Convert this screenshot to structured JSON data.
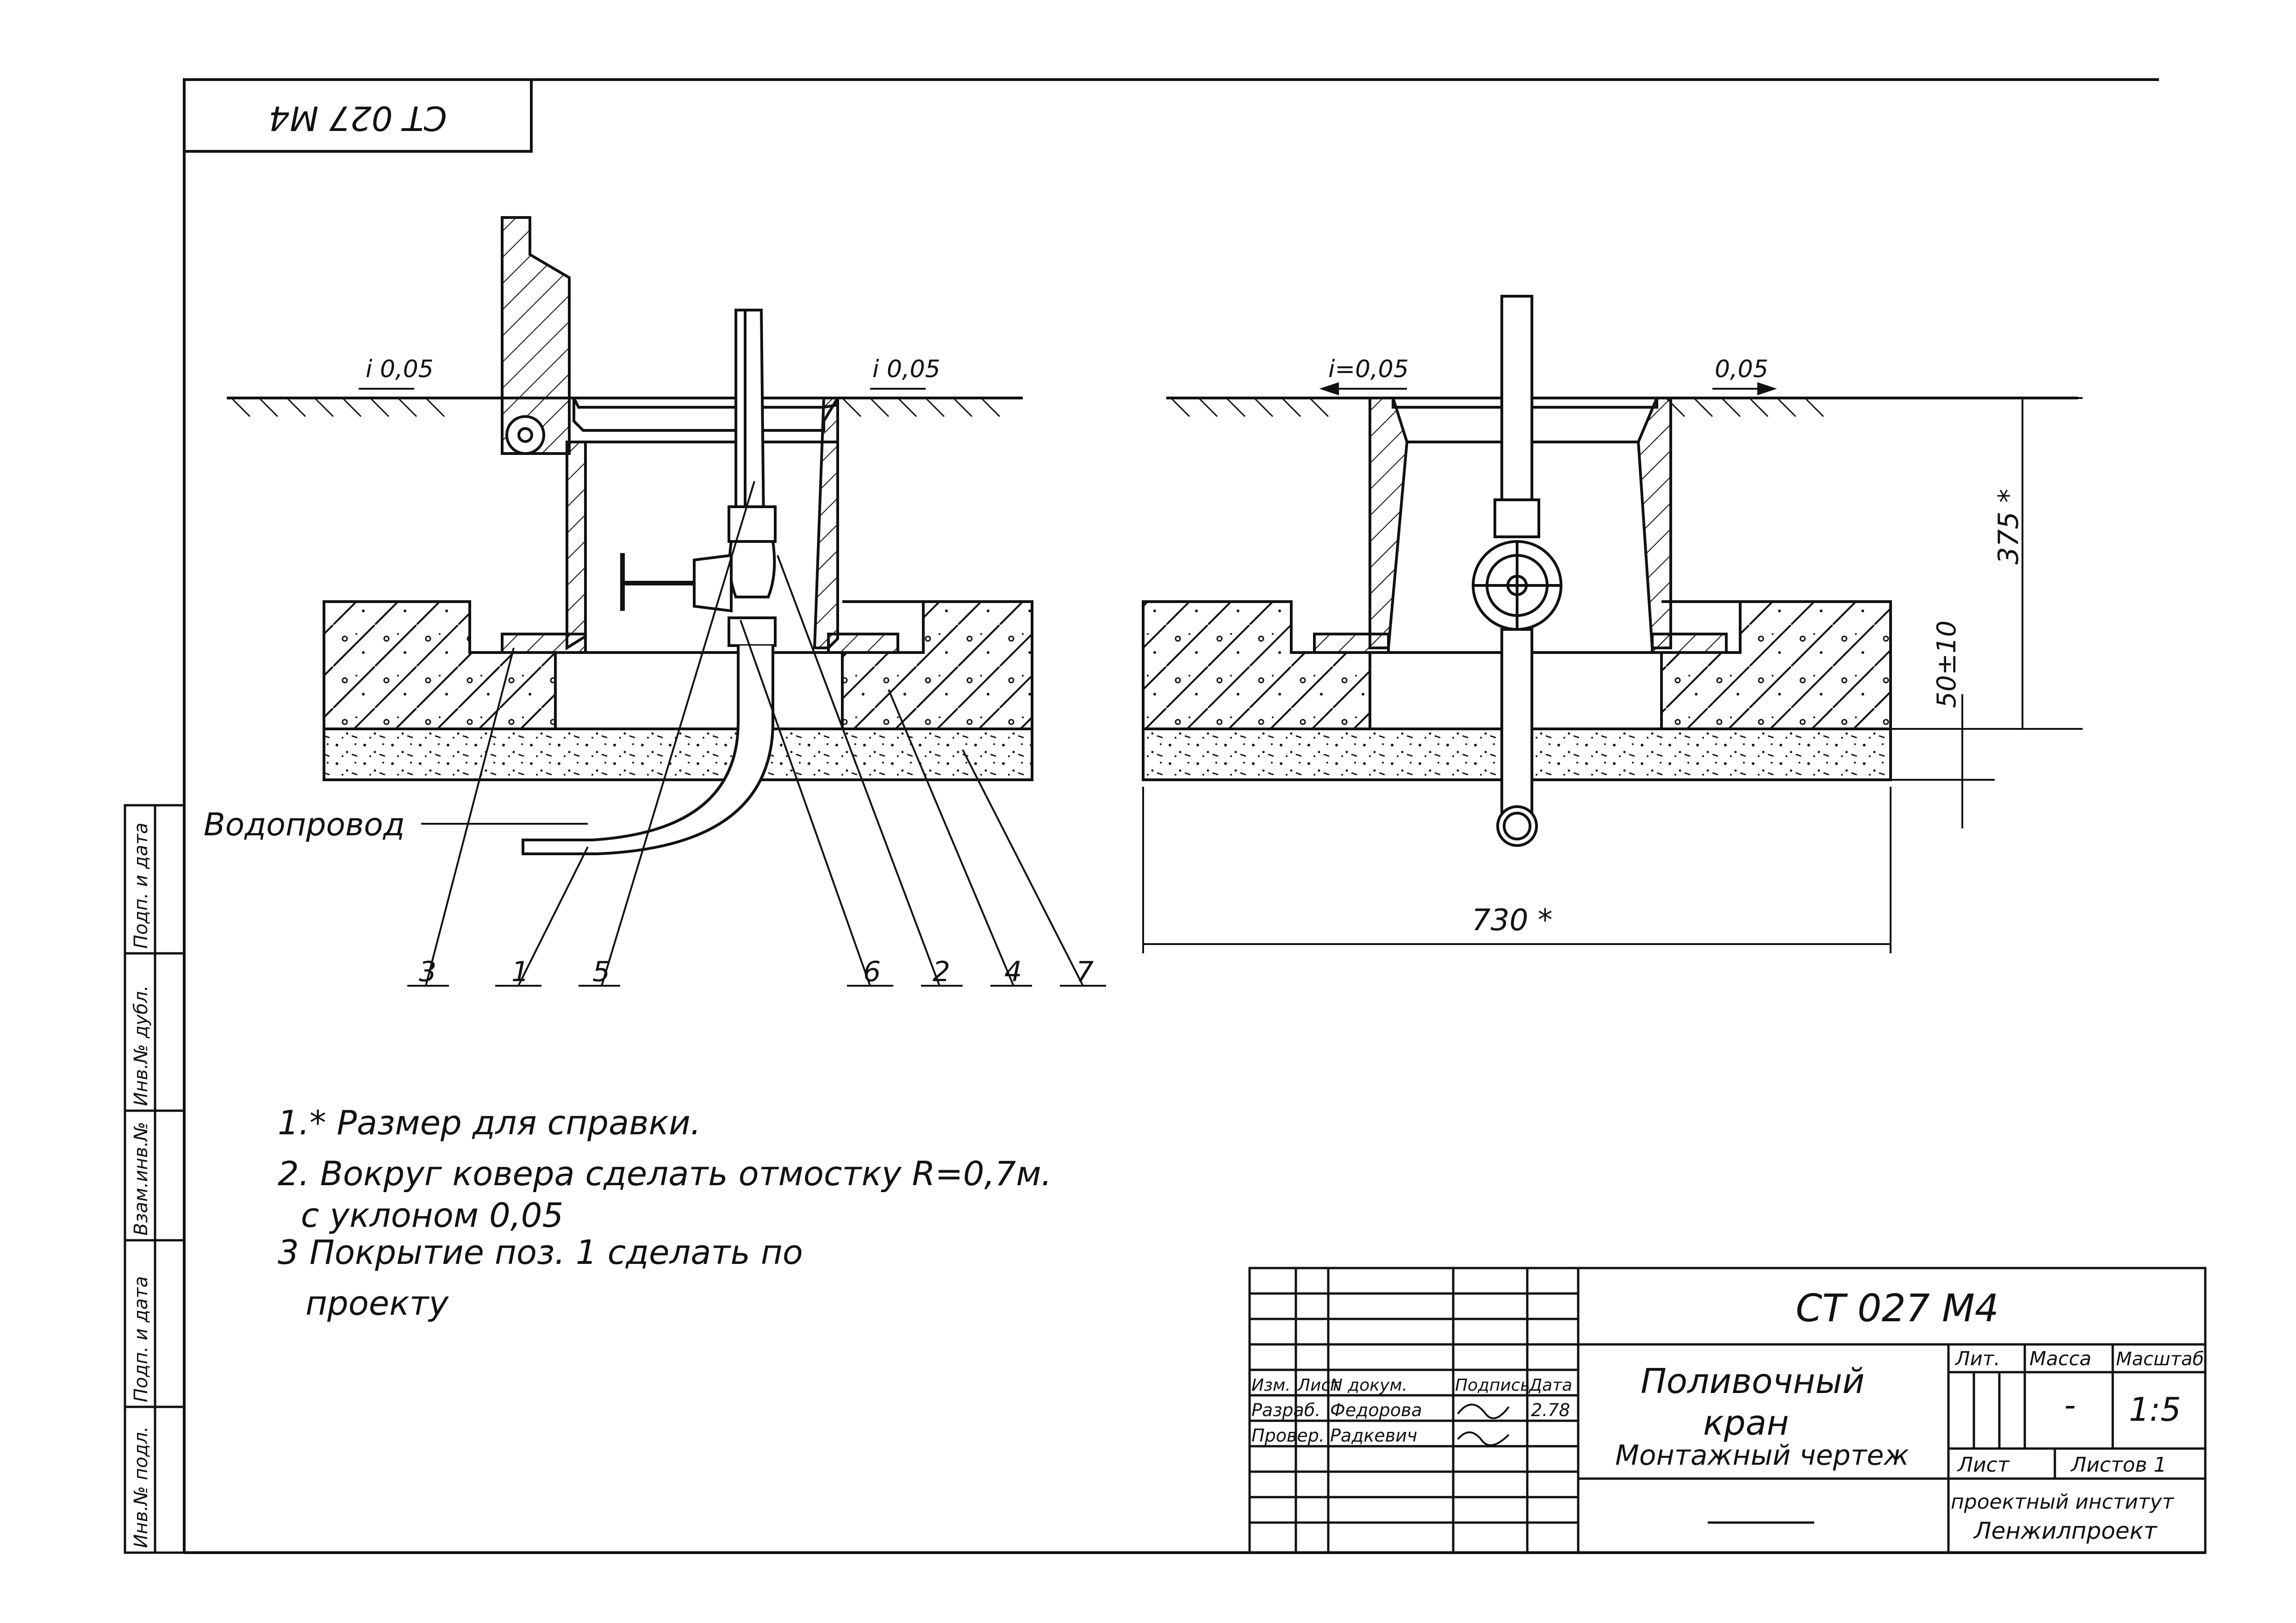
{
  "stamp_top": "CT 027 M4",
  "pipe_label": "Водопровод",
  "slopes": {
    "left_a": "i 0,05",
    "left_b": "i 0,05",
    "right_a": "i=0,05",
    "right_b": "0,05"
  },
  "dimensions": {
    "height": "375 *",
    "base": "50±10",
    "width": "730 *"
  },
  "callouts": [
    "3",
    "1",
    "5",
    "6",
    "2",
    "4",
    "7"
  ],
  "notes": [
    "1.* Размер для справки.",
    "2. Вокруг ковера сделать отмостку R=0,7м.",
    "с уклоном 0,05",
    "3 Покрытие поз. 1 сделать по",
    "проекту"
  ],
  "side_stamp": [
    "Инв.№ подл.",
    "Подп. и дата",
    "Взам.инв.№",
    "Инв.№ дубл.",
    "Подп. и дата"
  ],
  "title_block": {
    "code": "CT 027 M4",
    "title": "Поливочный",
    "title2": "кран",
    "subtitle": "Монтажный чертеж",
    "col_headers": [
      "Изм.",
      "Лист",
      "N докум.",
      "Подпись",
      "Дата"
    ],
    "rows": [
      {
        "role": "Разраб.",
        "name": "Федорова",
        "date": "2.78"
      },
      {
        "role": "Провер.",
        "name": "Радкевич",
        "date": ""
      }
    ],
    "lit_label": "Лит.",
    "mass_label": "Масса",
    "scale_label": "Масштаб",
    "mass": "-",
    "scale": "1:5",
    "sheet_label": "Лист",
    "sheets_label": "Листов 1",
    "org_1": "проектный институт",
    "org_2": "Ленжилпроект"
  }
}
